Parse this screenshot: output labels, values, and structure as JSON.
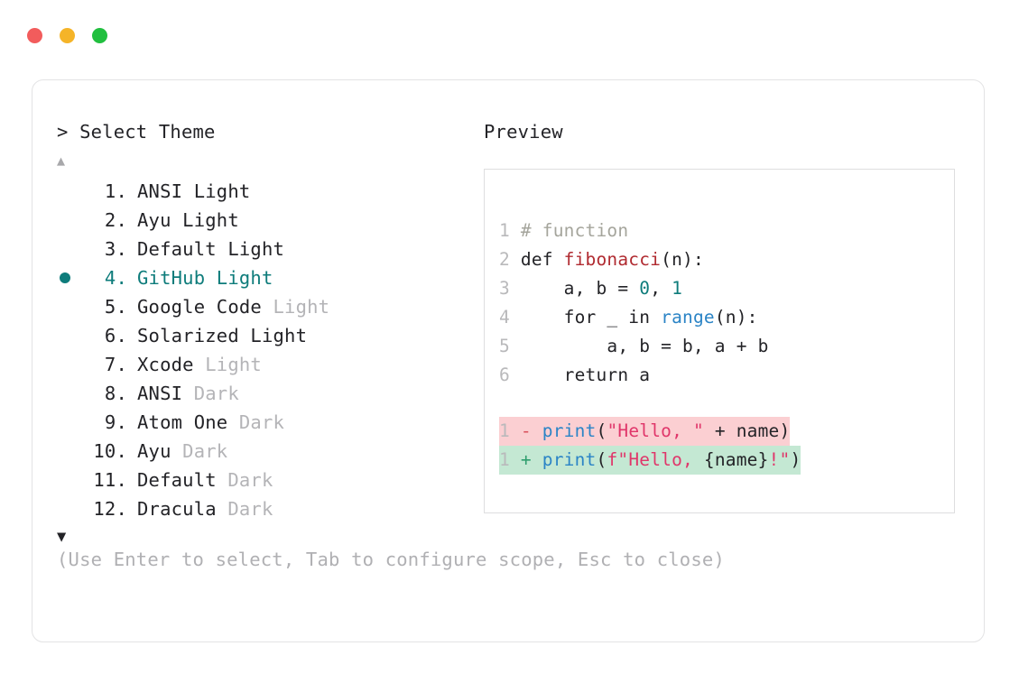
{
  "window": {
    "traffic_lights": [
      {
        "name": "close",
        "color": "#f25c5c"
      },
      {
        "name": "minimize",
        "color": "#f5b428"
      },
      {
        "name": "maximize",
        "color": "#21bf3f"
      }
    ]
  },
  "prompt": {
    "marker": ">",
    "title": "Select Theme",
    "scroll_up": "▲",
    "scroll_down": "▼",
    "hint": "(Use Enter to select, Tab to configure scope, Esc to close)"
  },
  "theme_list": {
    "selected_index": 4,
    "items": [
      {
        "num": "1.",
        "name": "ANSI",
        "variant": "Light",
        "variant_muted": false,
        "selected": false
      },
      {
        "num": "2.",
        "name": "Ayu",
        "variant": "Light",
        "variant_muted": false,
        "selected": false
      },
      {
        "num": "3.",
        "name": "Default",
        "variant": "Light",
        "variant_muted": false,
        "selected": false
      },
      {
        "num": "4.",
        "name": "GitHub",
        "variant": "Light",
        "variant_muted": false,
        "selected": true
      },
      {
        "num": "5.",
        "name": "Google Code",
        "variant": "Light",
        "variant_muted": true,
        "selected": false
      },
      {
        "num": "6.",
        "name": "Solarized",
        "variant": "Light",
        "variant_muted": false,
        "selected": false
      },
      {
        "num": "7.",
        "name": "Xcode",
        "variant": "Light",
        "variant_muted": true,
        "selected": false
      },
      {
        "num": "8.",
        "name": "ANSI",
        "variant": "Dark",
        "variant_muted": true,
        "selected": false
      },
      {
        "num": "9.",
        "name": "Atom One",
        "variant": "Dark",
        "variant_muted": true,
        "selected": false
      },
      {
        "num": "10.",
        "name": "Ayu",
        "variant": "Dark",
        "variant_muted": true,
        "selected": false
      },
      {
        "num": "11.",
        "name": "Default",
        "variant": "Dark",
        "variant_muted": true,
        "selected": false
      },
      {
        "num": "12.",
        "name": "Dracula",
        "variant": "Dark",
        "variant_muted": true,
        "selected": false
      }
    ]
  },
  "preview": {
    "title": "Preview",
    "code_lines": [
      {
        "ln": "1",
        "tokens": [
          {
            "t": "# function",
            "c": "com"
          }
        ]
      },
      {
        "ln": "2",
        "tokens": [
          {
            "t": "def ",
            "c": "kw"
          },
          {
            "t": "fibonacci",
            "c": "fn"
          },
          {
            "t": "(n):",
            "c": "plain"
          }
        ]
      },
      {
        "ln": "3",
        "tokens": [
          {
            "t": "    a, b = ",
            "c": "plain"
          },
          {
            "t": "0",
            "c": "num"
          },
          {
            "t": ", ",
            "c": "plain"
          },
          {
            "t": "1",
            "c": "num"
          }
        ]
      },
      {
        "ln": "4",
        "tokens": [
          {
            "t": "    for _ in ",
            "c": "plain"
          },
          {
            "t": "range",
            "c": "blue"
          },
          {
            "t": "(n):",
            "c": "plain"
          }
        ]
      },
      {
        "ln": "5",
        "tokens": [
          {
            "t": "        a, b = b, a + b",
            "c": "plain"
          }
        ]
      },
      {
        "ln": "6",
        "tokens": [
          {
            "t": "    return a",
            "c": "plain"
          }
        ]
      }
    ],
    "diff_lines": [
      {
        "ln": "1",
        "sign": "-",
        "kind": "del",
        "tokens": [
          {
            "t": "print",
            "c": "blue"
          },
          {
            "t": "(",
            "c": "plain"
          },
          {
            "t": "\"Hello, \"",
            "c": "str"
          },
          {
            "t": " + name)",
            "c": "plain"
          }
        ]
      },
      {
        "ln": "1",
        "sign": "+",
        "kind": "add",
        "tokens": [
          {
            "t": "print",
            "c": "blue"
          },
          {
            "t": "(",
            "c": "plain"
          },
          {
            "t": "f\"Hello, ",
            "c": "str"
          },
          {
            "t": "{name}",
            "c": "plain"
          },
          {
            "t": "!\"",
            "c": "str"
          },
          {
            "t": ")",
            "c": "plain"
          }
        ]
      }
    ]
  },
  "colors": {
    "accent_teal": "#0e7c7b",
    "diff_delete_bg": "#fbcfd2",
    "diff_add_bg": "#c4e8d3",
    "muted_text": "#b4b4b7",
    "body_text": "#232327"
  }
}
